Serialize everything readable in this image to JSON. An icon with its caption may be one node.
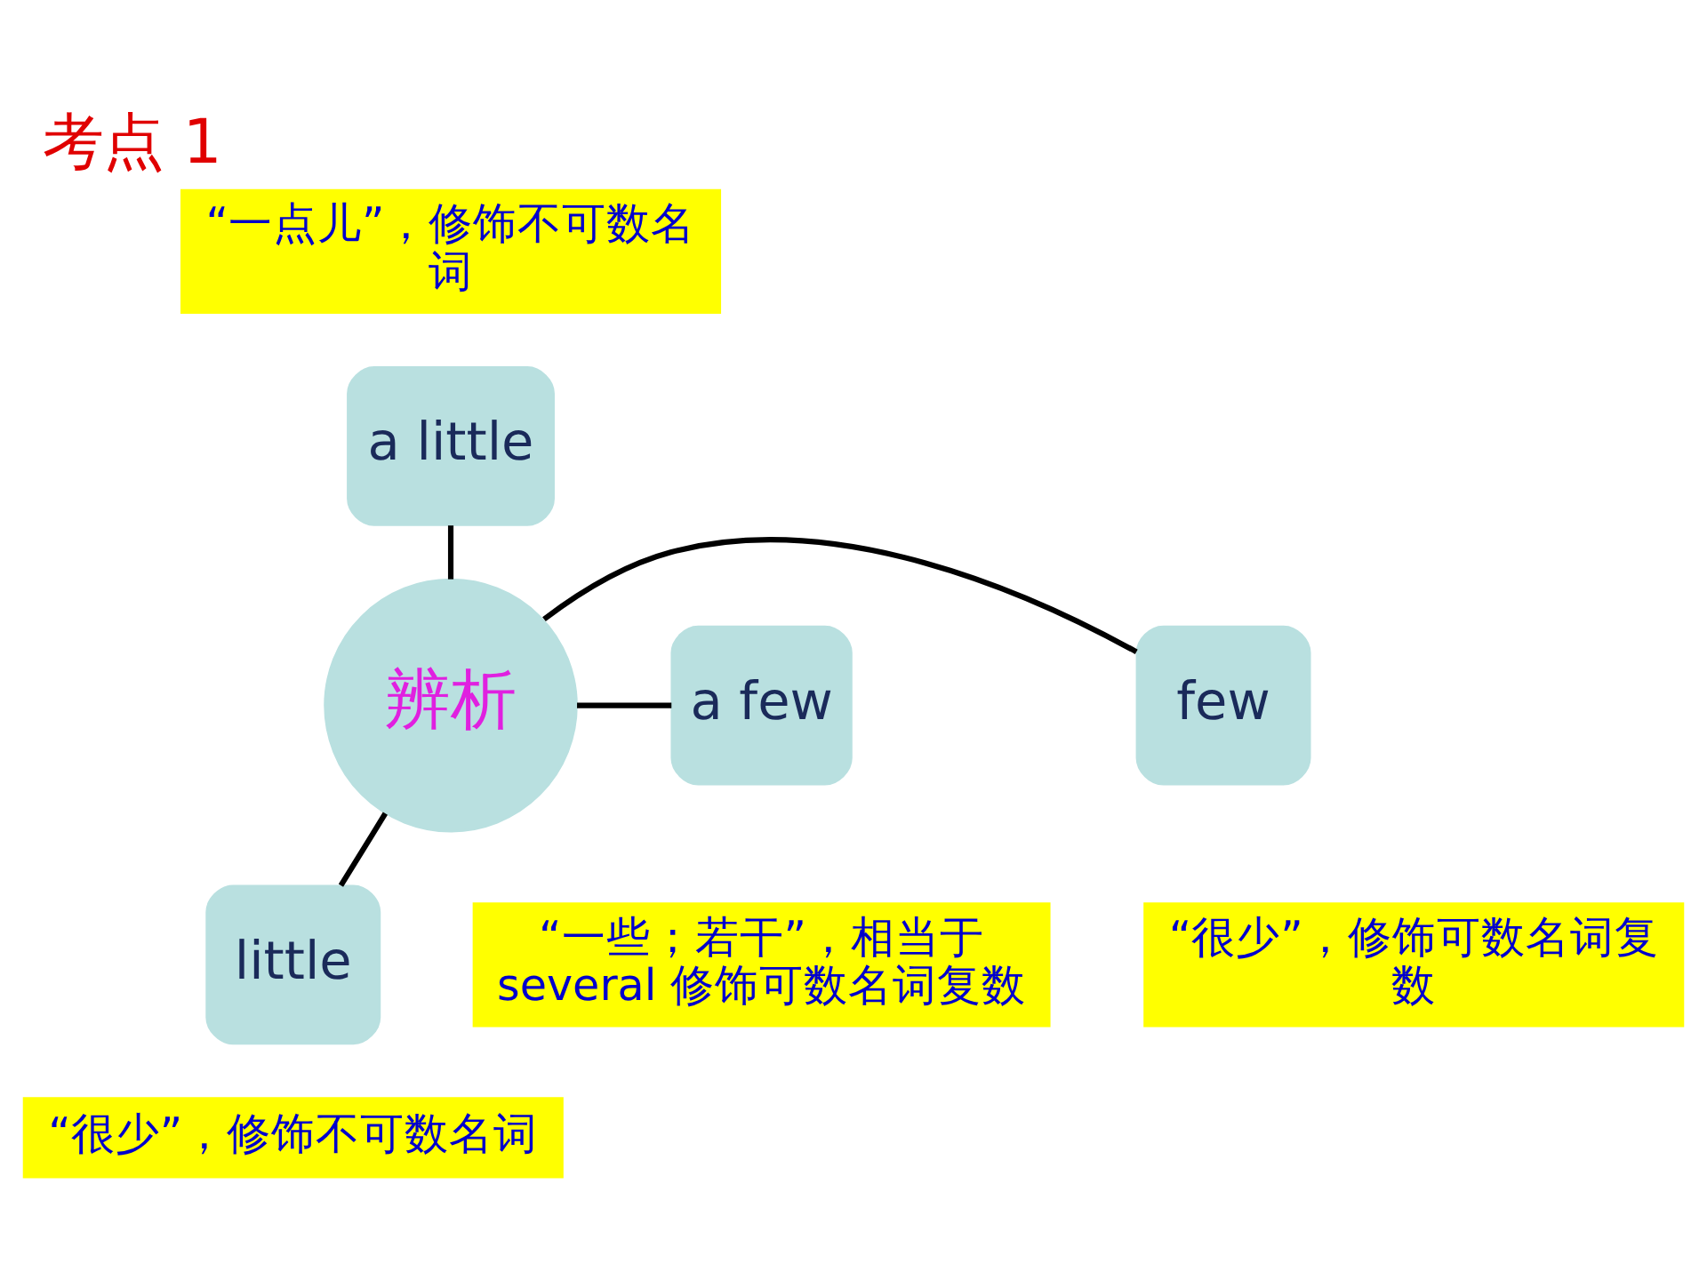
{
  "diagram": {
    "title": "考点 1",
    "nodes": [
      {
        "text": [
          "辨析"
        ]
      },
      {
        "text": [
          "a little"
        ],
        "beside": [
          "“一点儿”，修饰不可数名词"
        ]
      },
      {
        "text": [
          "few"
        ],
        "beside": [
          "“很少”，修饰可数名词复数"
        ]
      },
      {
        "text": [
          "a few"
        ],
        "beside": [
          "“一些；若干”，相当于 several 修饰可数名词复数"
        ]
      },
      {
        "text": [
          "little"
        ],
        "beside": [
          "“很少”，修饰不可数名词"
        ]
      }
    ],
    "edges": [
      {
        "from": 0,
        "to": 1,
        "arrow": "none"
      },
      {
        "from": 0,
        "to": 2,
        "arrow": "none"
      },
      {
        "from": 0,
        "to": 3,
        "arrow": "none"
      },
      {
        "from": 0,
        "to": 4,
        "arrow": "none"
      }
    ]
  }
}
